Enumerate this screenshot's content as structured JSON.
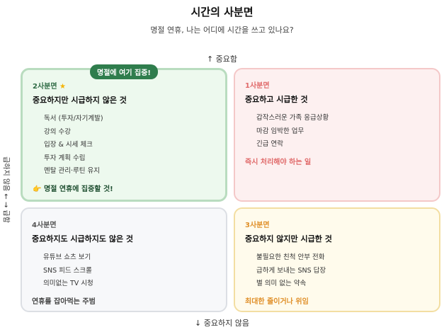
{
  "header": {
    "title": "시간의 사분면",
    "subtitle": "명절 연휴, 나는 어디에 시간을 쓰고 있나요?"
  },
  "axes": {
    "top": "↑ 중요함",
    "bottom": "↓ 중요하지 않음",
    "left": "급하지 않음 ← → 급함"
  },
  "quadrants": {
    "q2": {
      "badge": "명절에 여기 집중!",
      "label": "2사분면",
      "star": "★",
      "title": "중요하지만 시급하지 않은 것",
      "items": [
        "독서 (투자/자기계발)",
        "강의 수강",
        "입장 & 시세 체크",
        "투자 계획 수립",
        "멘탈 관리·루틴 유지"
      ],
      "note_icon": "👉",
      "note": "명절 연휴에 집중할 것!",
      "color": "#2f7d4d"
    },
    "q1": {
      "label": "1사분면",
      "title": "중요하고 시급한 것",
      "items": [
        "갑작스러운 가족 응급상황",
        "마감 임박한 업무",
        "긴급 연락"
      ],
      "note": "즉시 처리해야 하는 일",
      "color": "#e06a6a"
    },
    "q4": {
      "label": "4사분면",
      "title": "중요하지도 시급하지도 않은 것",
      "items": [
        "유튜브 쇼츠 보기",
        "SNS 피드 스크롤",
        "의미없는 TV 시청"
      ],
      "note": "연휴를 잡아먹는 주범",
      "color": "#555555"
    },
    "q3": {
      "label": "3사분면",
      "title": "중요하지 않지만 시급한 것",
      "items": [
        "불필요한 친척 안부 전화",
        "급하게 보내는 SNS 답장",
        "별 의미 없는 약속"
      ],
      "note": "최대한 줄이거나 위임",
      "color": "#e0902a"
    }
  }
}
